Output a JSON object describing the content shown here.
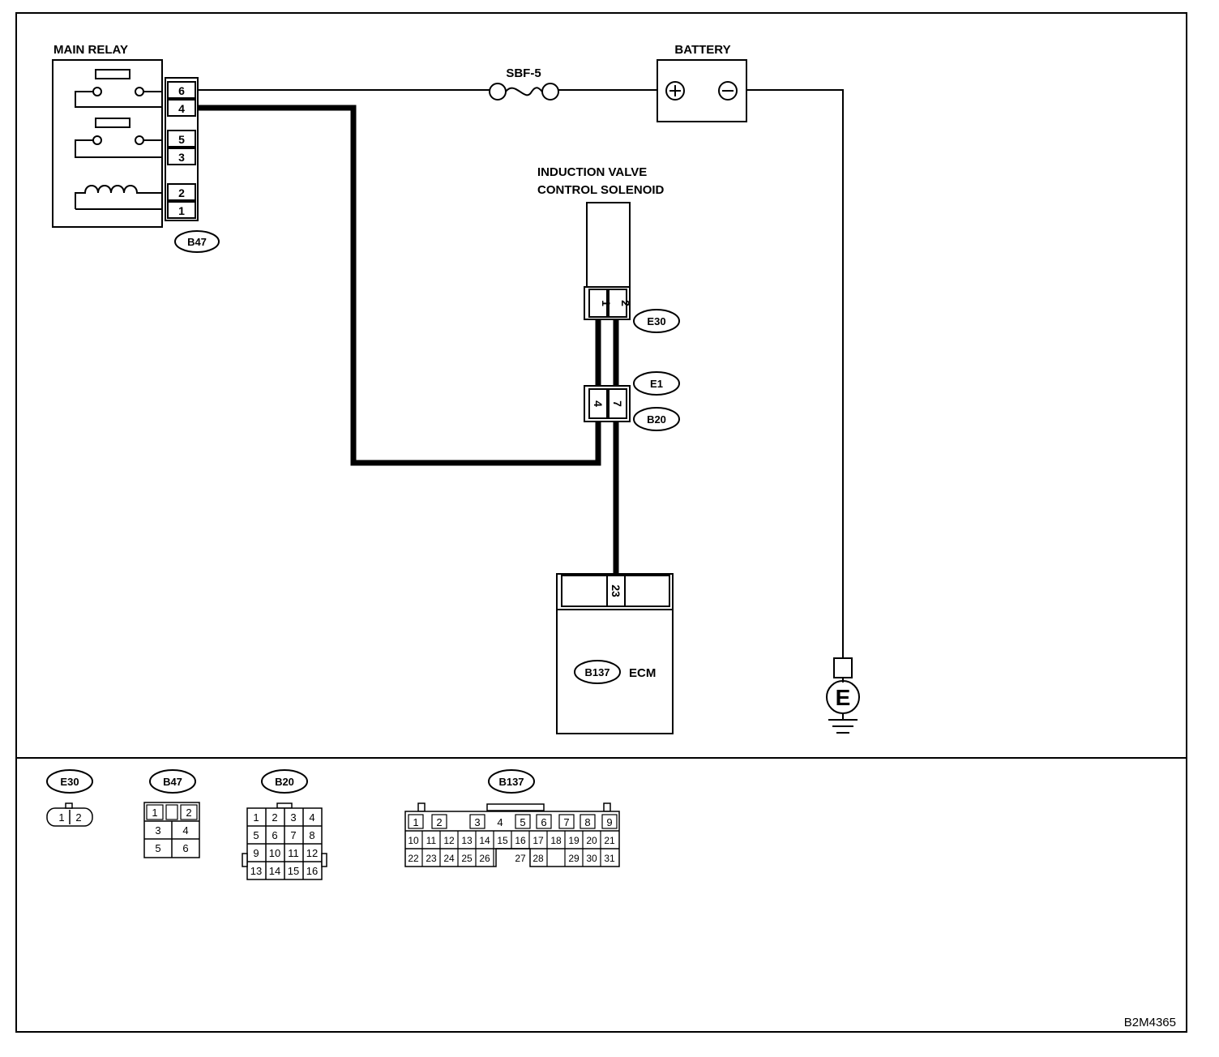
{
  "labels": {
    "main_relay": "MAIN RELAY",
    "battery": "BATTERY",
    "fuse": "SBF-5",
    "solenoid_line1": "INDUCTION VALVE",
    "solenoid_line2": "CONTROL SOLENOID",
    "ecm": "ECM",
    "ground": "E",
    "figure_id": "B2M4365"
  },
  "connectors": {
    "b47": "B47",
    "e30": "E30",
    "e1": "E1",
    "b20": "B20",
    "b137": "B137"
  },
  "main_relay_pins": [
    "6",
    "4",
    "5",
    "3",
    "2",
    "1"
  ],
  "solenoid_pins": [
    "1",
    "2"
  ],
  "joint_pins": [
    "4",
    "7"
  ],
  "ecm_pin": "23",
  "views": {
    "e30": {
      "title": "E30",
      "pins": [
        "1",
        "2"
      ]
    },
    "b47": {
      "title": "B47",
      "pins": [
        "1",
        "2",
        "3",
        "4",
        "5",
        "6"
      ]
    },
    "b20": {
      "title": "B20",
      "pins": [
        "1",
        "2",
        "3",
        "4",
        "5",
        "6",
        "7",
        "8",
        "9",
        "10",
        "11",
        "12",
        "13",
        "14",
        "15",
        "16"
      ]
    },
    "b137": {
      "title": "B137",
      "row1": [
        "1",
        "2",
        "3",
        "4",
        "5",
        "6",
        "7",
        "8",
        "9"
      ],
      "row2": [
        "10",
        "11",
        "12",
        "13",
        "14",
        "15",
        "16",
        "17",
        "18",
        "19",
        "20",
        "21"
      ],
      "row3": [
        "22",
        "23",
        "24",
        "25",
        "26",
        "27",
        "28",
        "29",
        "30",
        "31"
      ]
    }
  }
}
